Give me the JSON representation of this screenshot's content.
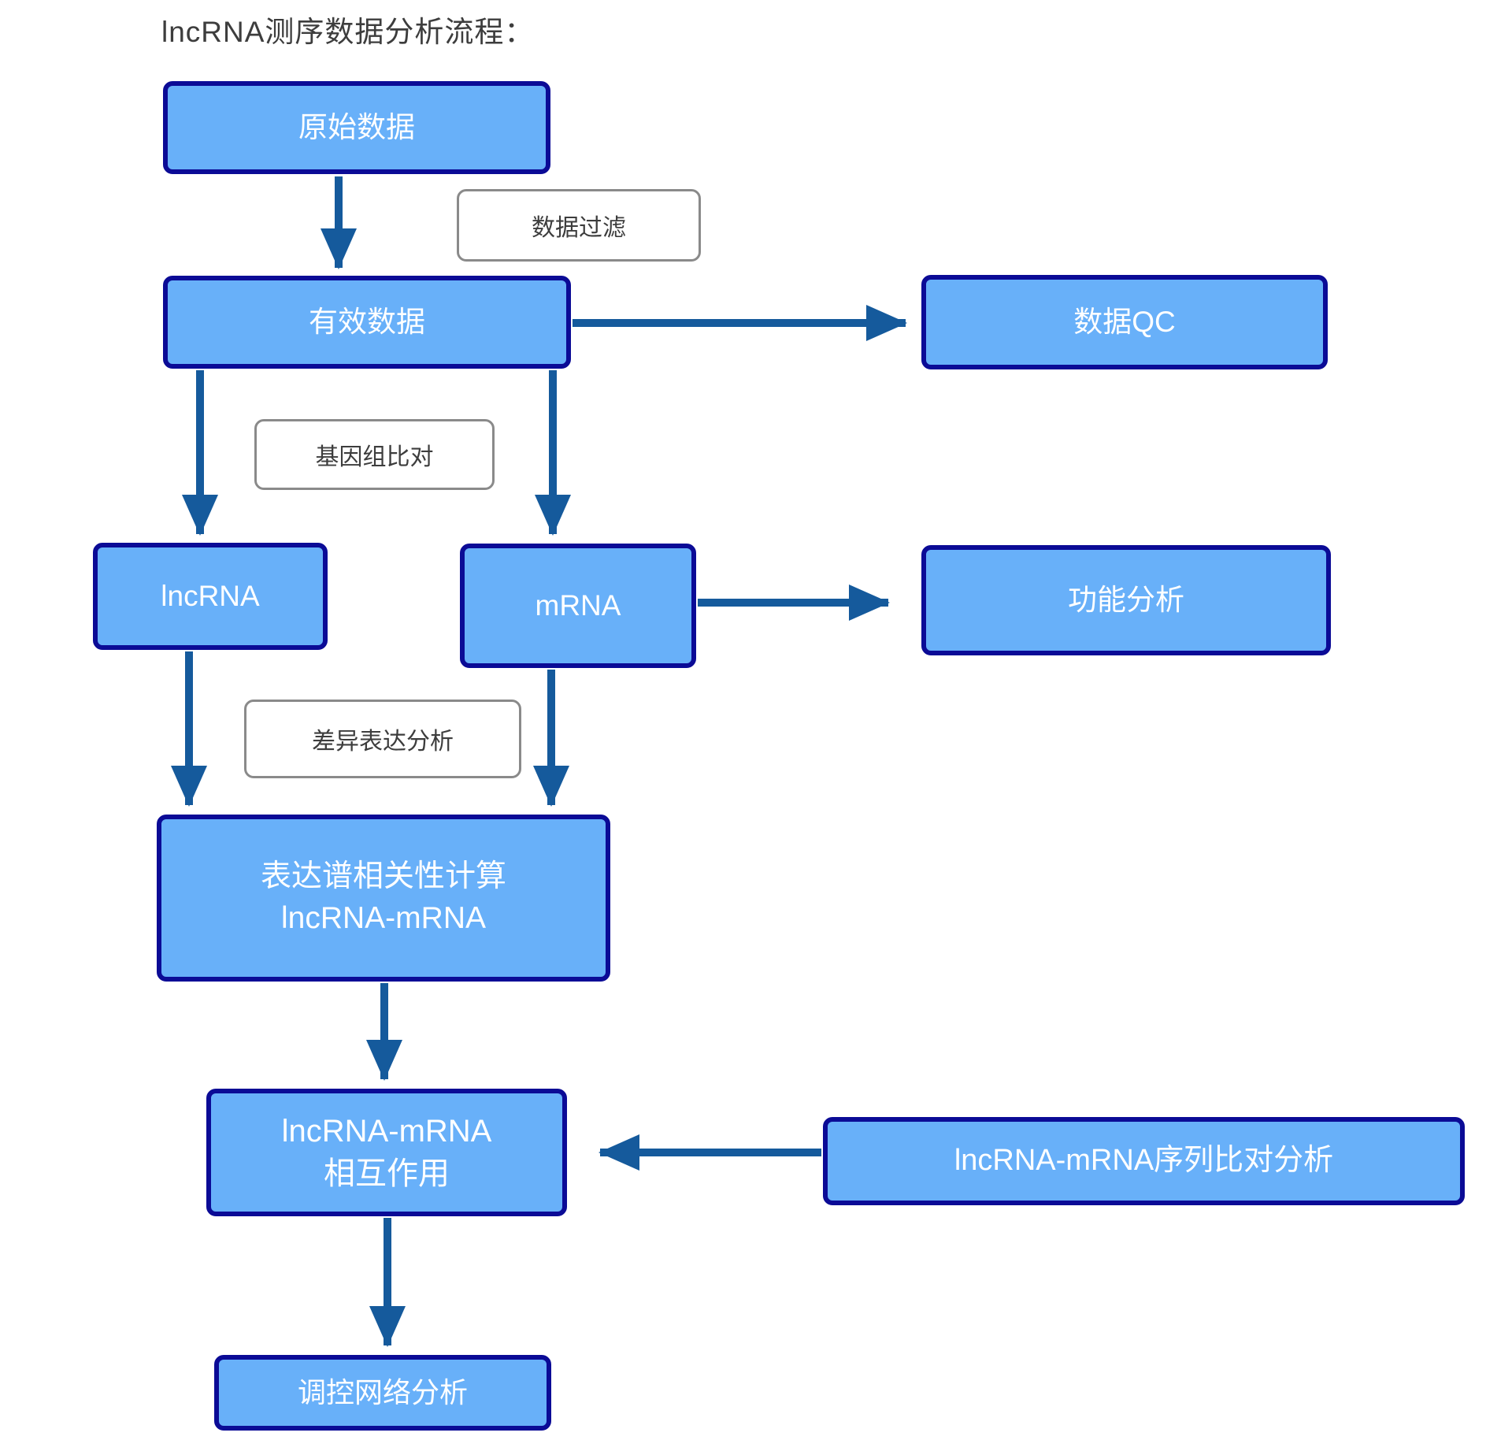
{
  "title": "lncRNA测序数据分析流程：",
  "colors": {
    "canvas-bg": "#ffffff",
    "node-fill": "#68b0f9",
    "node-border": "#0b0b96",
    "node-text": "#ffffff",
    "arrow": "#155a9c",
    "label-bg": "#ffffff",
    "label-border": "#8a8a8a",
    "label-text": "#3d3d3d",
    "title-text": "#3d3d3d"
  },
  "nodes": {
    "raw_data": "原始数据",
    "valid_data": "有效数据",
    "data_qc": "数据QC",
    "lncrna": "lncRNA",
    "mrna": "mRNA",
    "functional_analysis": "功能分析",
    "correlation_line1": "表达谱相关性计算",
    "correlation_line2": "lncRNA-mRNA",
    "interaction_line1": "lncRNA-mRNA",
    "interaction_line2": "相互作用",
    "sequence_alignment": "lncRNA-mRNA序列比对分析",
    "network_analysis": "调控网络分析"
  },
  "edge_labels": {
    "data_filter": "数据过滤",
    "genome_alignment": "基因组比对",
    "diff_expression": "差异表达分析"
  },
  "edges": [
    {
      "from": "原始数据",
      "to": "有效数据",
      "label": "数据过滤"
    },
    {
      "from": "有效数据",
      "to": "数据QC",
      "label": ""
    },
    {
      "from": "有效数据",
      "to": "lncRNA",
      "label": "基因组比对"
    },
    {
      "from": "有效数据",
      "to": "mRNA",
      "label": "基因组比对"
    },
    {
      "from": "mRNA",
      "to": "功能分析",
      "label": ""
    },
    {
      "from": "lncRNA",
      "to": "表达谱相关性计算 lncRNA-mRNA",
      "label": "差异表达分析"
    },
    {
      "from": "mRNA",
      "to": "表达谱相关性计算 lncRNA-mRNA",
      "label": "差异表达分析"
    },
    {
      "from": "表达谱相关性计算 lncRNA-mRNA",
      "to": "lncRNA-mRNA相互作用",
      "label": ""
    },
    {
      "from": "lncRNA-mRNA序列比对分析",
      "to": "lncRNA-mRNA相互作用",
      "label": ""
    },
    {
      "from": "lncRNA-mRNA相互作用",
      "to": "调控网络分析",
      "label": ""
    }
  ]
}
